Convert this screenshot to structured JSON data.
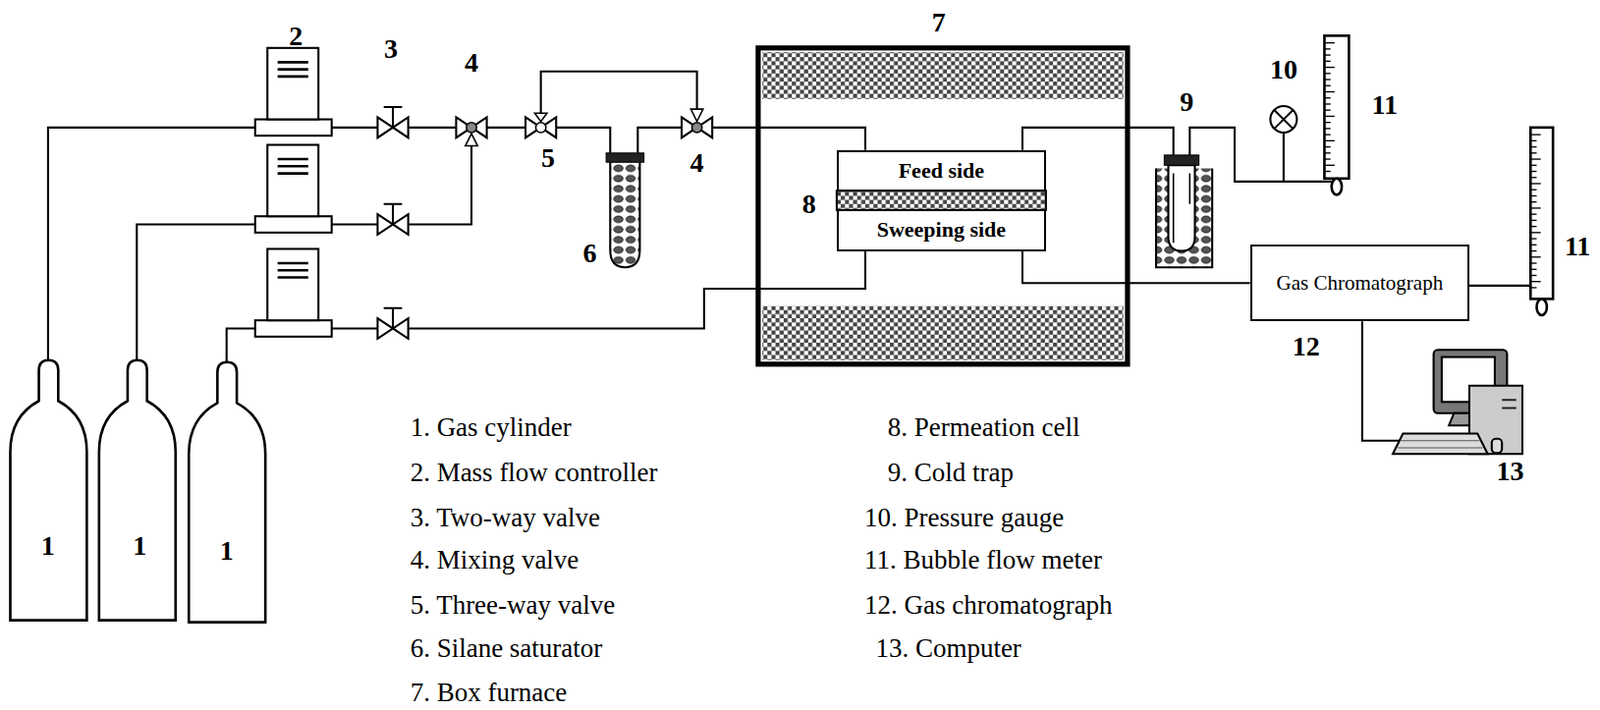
{
  "diagram": {
    "nodes": [
      {
        "text": [
          "Feed side"
        ]
      },
      {
        "text": [
          "Sweeping side"
        ]
      },
      {
        "text": [
          "Gas Chromatograph"
        ]
      }
    ],
    "edges": [
      {
        "from": 1,
        "to": 2,
        "arrow": "none"
      }
    ],
    "labels": [
      "2",
      "3",
      "4",
      "7",
      "10",
      "9",
      "11",
      "5",
      "4",
      "8",
      "6",
      "11",
      "12",
      "13",
      "1",
      "1",
      "1",
      "1. Gas cylinder",
      "2. Mass flow controller",
      "3. Two-way valve",
      "4. Mixing valve",
      "5. Three-way valve",
      "6. Silane saturator",
      "7. Box furnace",
      "8. Permeation cell",
      "9. Cold trap",
      "10. Pressure gauge",
      "11. Bubble flow meter",
      "12. Gas chromatograph",
      "13. Computer"
    ]
  }
}
